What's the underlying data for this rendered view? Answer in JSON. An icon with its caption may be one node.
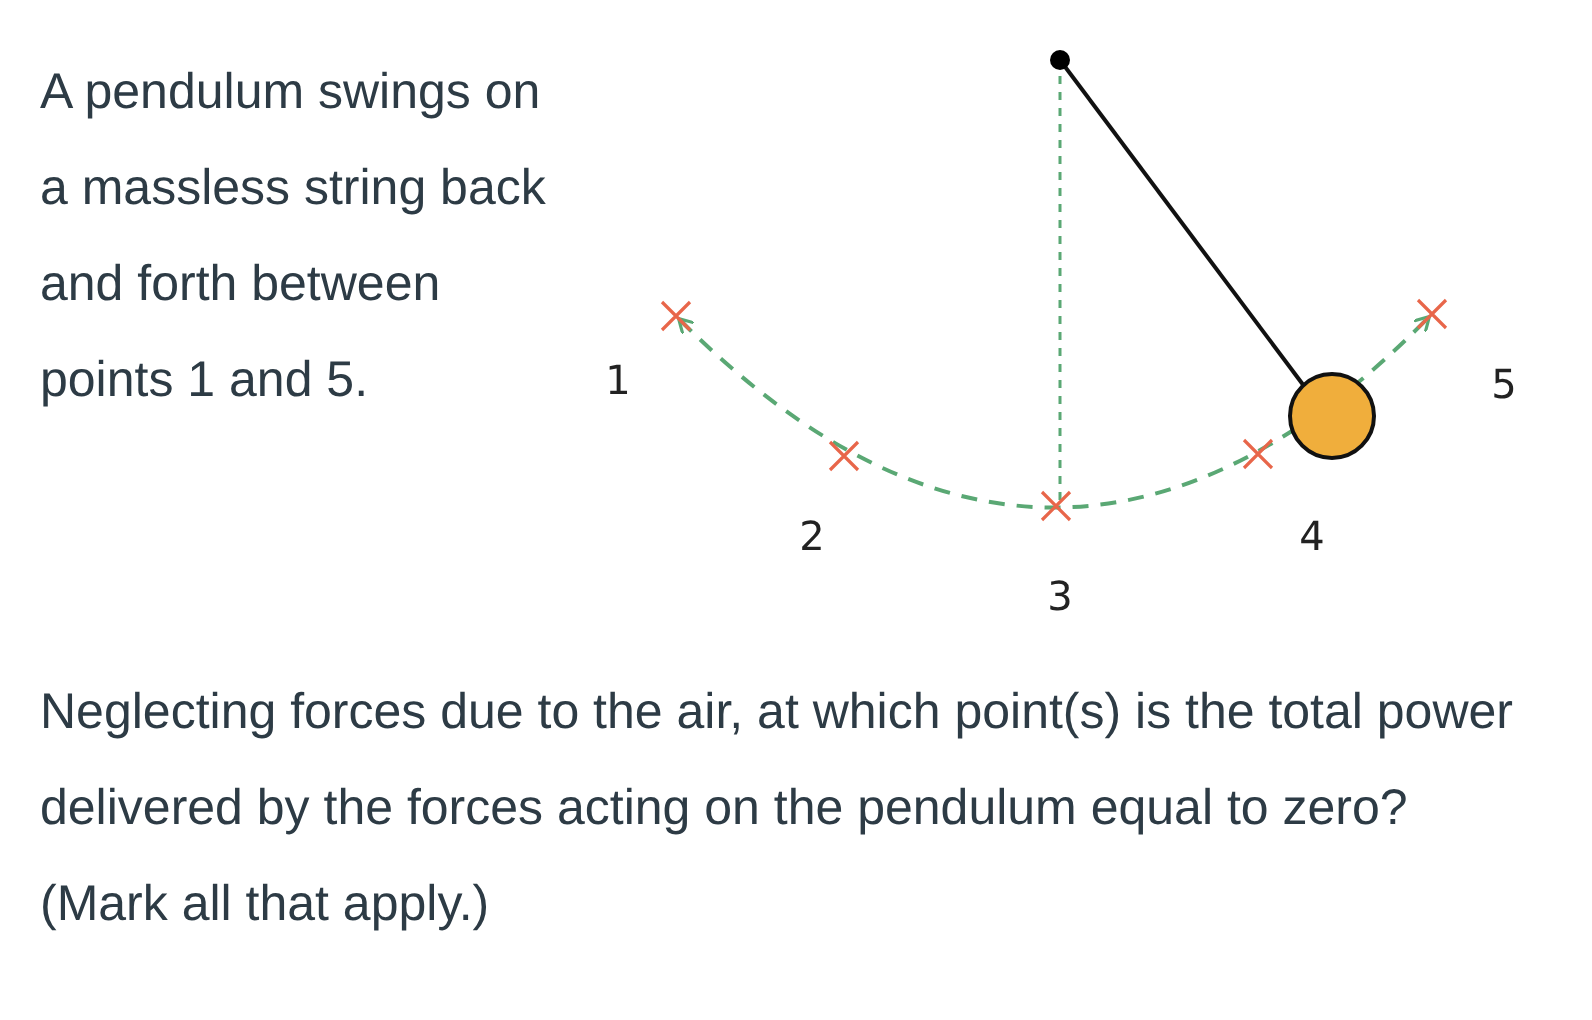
{
  "diagram": {
    "labels": [
      "A pendulum swings on a massless string back and forth between points 1 and 5.",
      "1",
      "2",
      "3",
      "4",
      "5",
      "Neglecting forces due to the air, at which point(s) is the total power delivered by the forces acting on the pendulum equal to zero?  (Mark all that apply.)"
    ]
  }
}
